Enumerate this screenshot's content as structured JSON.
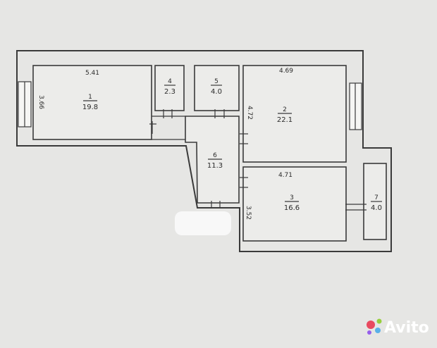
{
  "plan": {
    "rooms": [
      {
        "id": "room-1",
        "number": "1",
        "area": "19.8"
      },
      {
        "id": "room-2",
        "number": "2",
        "area": "22.1"
      },
      {
        "id": "room-3",
        "number": "3",
        "area": "16.6"
      },
      {
        "id": "room-4",
        "number": "4",
        "area": "2.3"
      },
      {
        "id": "room-5",
        "number": "5",
        "area": "4.0"
      },
      {
        "id": "room-6",
        "number": "6",
        "area": "11.3"
      },
      {
        "id": "room-7",
        "number": "7",
        "area": "4.0"
      }
    ],
    "dimensions": {
      "room1_width": "5.41",
      "room1_height": "3.66",
      "room2_width": "4.69",
      "room2_height": "4.72",
      "room3_width": "4.71",
      "room3_height": "3.52"
    }
  },
  "watermark": {
    "text": "Avito",
    "colors": [
      "#e84a5f",
      "#5ab0e8",
      "#97cf3c",
      "#965eeb"
    ]
  }
}
